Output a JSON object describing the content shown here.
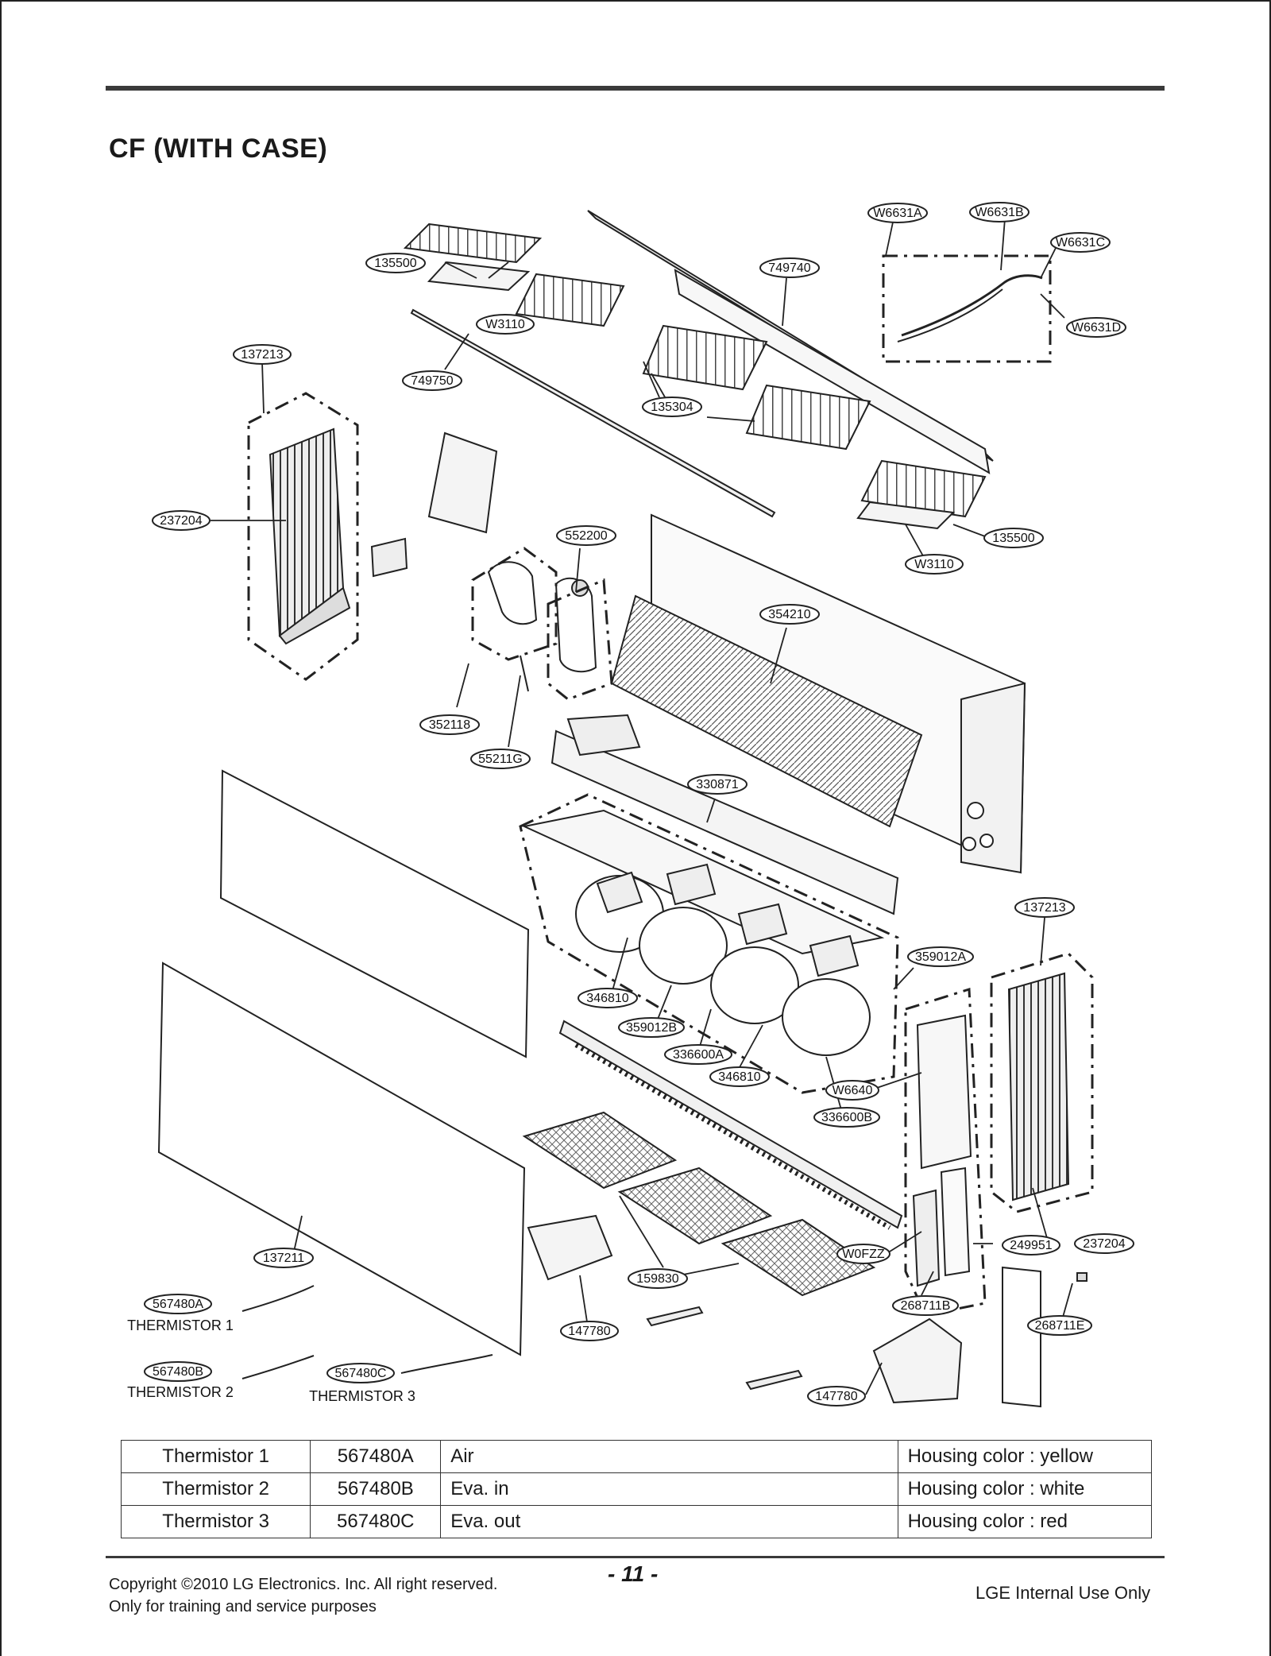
{
  "header": {
    "title": "CF (WITH CASE)"
  },
  "diagram": {
    "callouts": [
      "135500",
      "W3110",
      "749740",
      "749750",
      "W6631A",
      "W6631B",
      "W6631C",
      "W6631D",
      "137213",
      "237204",
      "135304",
      "552200",
      "135500",
      "W3110",
      "354210",
      "352118",
      "55211G",
      "330871",
      "137213",
      "359012A",
      "346810",
      "359012B",
      "336600A",
      "346810",
      "W6640",
      "336600B",
      "237204",
      "249951",
      "W0FZZ",
      "268711B",
      "268711E",
      "159830",
      "137211",
      "147780",
      "147780",
      "567480A",
      "567480B",
      "567480C"
    ],
    "thermistor_labels": [
      "THERMISTOR 1",
      "THERMISTOR 2",
      "THERMISTOR 3"
    ]
  },
  "thermistor_table": {
    "rows": [
      {
        "name": "Thermistor 1",
        "code": "567480A",
        "position": "Air",
        "housing": "Housing color : yellow"
      },
      {
        "name": "Thermistor 2",
        "code": "567480B",
        "position": "Eva. in",
        "housing": "Housing color : white"
      },
      {
        "name": "Thermistor 3",
        "code": "567480C",
        "position": "Eva. out",
        "housing": "Housing color : red"
      }
    ]
  },
  "footer": {
    "copyright_line1": "Copyright ©2010 LG Electronics. Inc. All right reserved.",
    "copyright_line2": "Only for training and service purposes",
    "page_number": "- 11 -",
    "internal_note": "LGE Internal Use Only"
  }
}
